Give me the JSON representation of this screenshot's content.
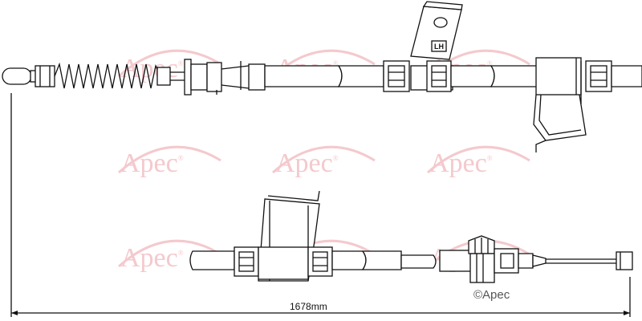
{
  "watermark": {
    "text": "Apec",
    "trademark_symbol": "®"
  },
  "labels": {
    "side_marking": "LH",
    "length": "1678mm",
    "copyright": "©Apec"
  },
  "colors": {
    "line": "#111111",
    "watermark": "#f4c9cd",
    "copyright": "#555555"
  }
}
